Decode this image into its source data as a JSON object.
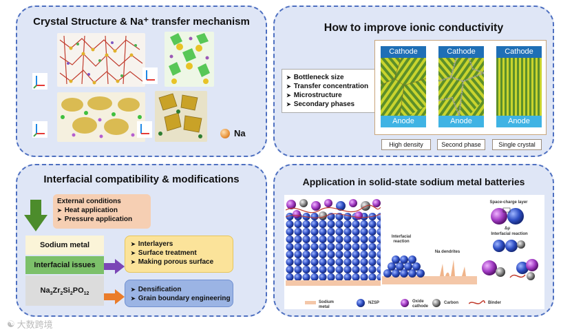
{
  "panel1": {
    "title": "Crystal Structure & Na⁺ transfer mechanism",
    "legend_label": "Na"
  },
  "panel2": {
    "title": "How to improve ionic conductivity",
    "factors": [
      "Bottleneck size",
      "Transfer concentration",
      "Microstructure",
      "Secondary phases"
    ],
    "cells": [
      {
        "top": "Cathode",
        "bottom": "Anode",
        "caption": "High density"
      },
      {
        "top": "Cathode",
        "bottom": "Anode",
        "caption": "Second phase"
      },
      {
        "top": "Cathode",
        "bottom": "Anode",
        "caption": "Single crystal"
      }
    ]
  },
  "panel3": {
    "title": "Interfacial compatibility & modifications",
    "external": {
      "heading": "External conditions",
      "items": [
        "Heat application",
        "Pressure application"
      ]
    },
    "stack": {
      "sodium_metal": "Sodium metal",
      "interfacial_issues": "Interfacial issues",
      "electrolyte": {
        "t1": "Na",
        "s1": "3",
        "t2": "Zr",
        "s2": "2",
        "t3": "Si",
        "s3": "2",
        "t4": "PO",
        "s4": "12"
      }
    },
    "interface_mods": [
      "Interlayers",
      "Surface treatment",
      "Making porous surface"
    ],
    "bulk_mods": [
      "Densification",
      "Grain boundary engineering"
    ]
  },
  "panel4": {
    "title": "Application in solid-state sodium metal batteries",
    "labels": {
      "space_charge": "Space-charge layer",
      "delta_mu": "Δμ",
      "interfacial_reaction_right": "Interfacial reaction",
      "interfacial_reaction_mid": "Interfacial reaction",
      "na_dendrites": "Na dendrites"
    },
    "legend": [
      "Sodium metal",
      "NZSP",
      "Oxide cathode",
      "Carbon",
      "Binder"
    ]
  },
  "watermark": "大数跨境",
  "colors": {
    "panel_bg": "#dfe6f6",
    "panel_border": "#4d6fc0",
    "cathode": "#1f6fb6",
    "anode": "#3fb3e4",
    "external_box": "#f6cfb3",
    "interface_box": "#fbe39a",
    "bulk_box": "#9bb4e4",
    "green_arrow": "#4c8c2b",
    "purple_arrow": "#7b46b6",
    "orange_arrow": "#ea7c2a"
  }
}
